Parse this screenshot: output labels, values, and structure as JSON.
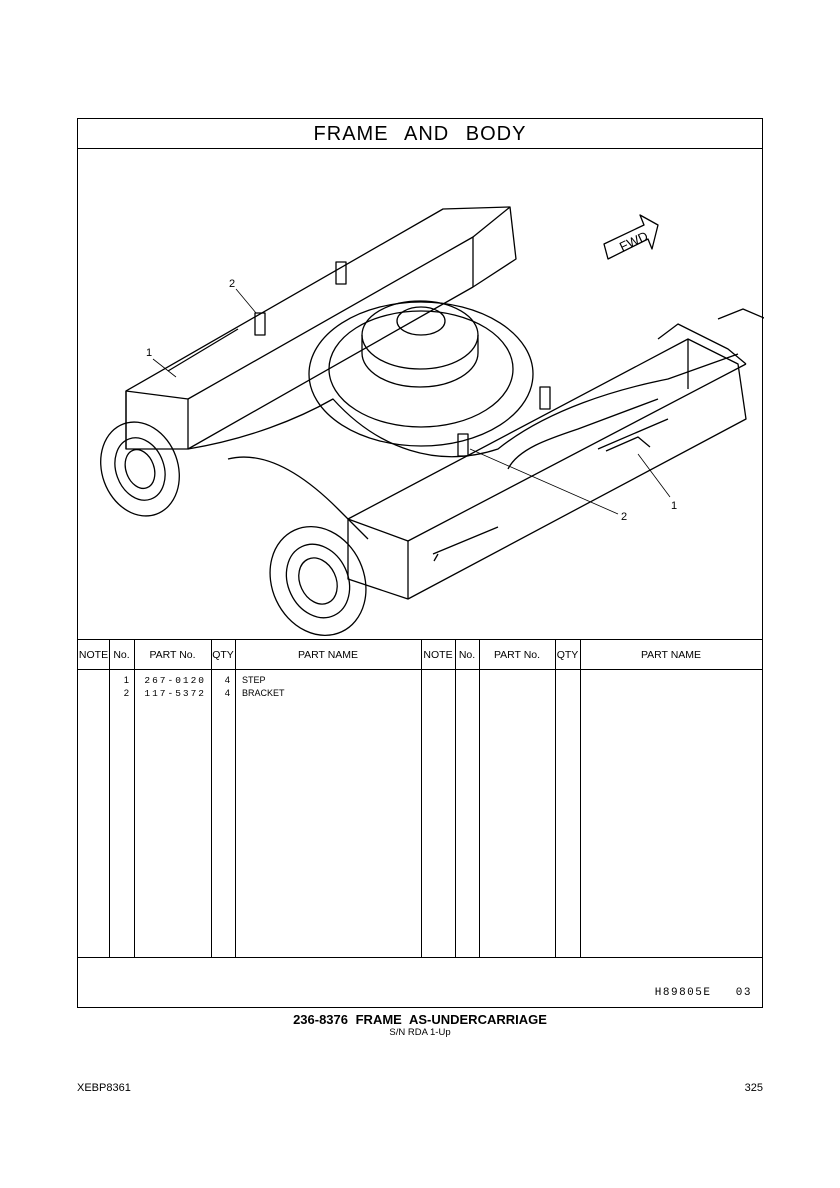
{
  "page_title": "FRAME   AND   BODY",
  "illustration": {
    "fwd_label": "FWD",
    "callouts": [
      "1",
      "2",
      "1",
      "2"
    ]
  },
  "table": {
    "headers": {
      "note": "NOTE",
      "no": "No.",
      "part_no": "PART No.",
      "qty": "QTY",
      "part_name": "PART NAME"
    },
    "rows": [
      {
        "no": "1",
        "part_no": "267-0120",
        "qty": "4",
        "part_name": "STEP"
      },
      {
        "no": "2",
        "part_no": "117-5372",
        "qty": "4",
        "part_name": "BRACKET"
      }
    ]
  },
  "illustration_code": "H89805E   03",
  "caption": {
    "main": "236-8376  FRAME AS-UNDERCARRIAGE",
    "sub": "S/N RDA 1-Up"
  },
  "doc_code": "XEBP8361",
  "page_number": "325"
}
